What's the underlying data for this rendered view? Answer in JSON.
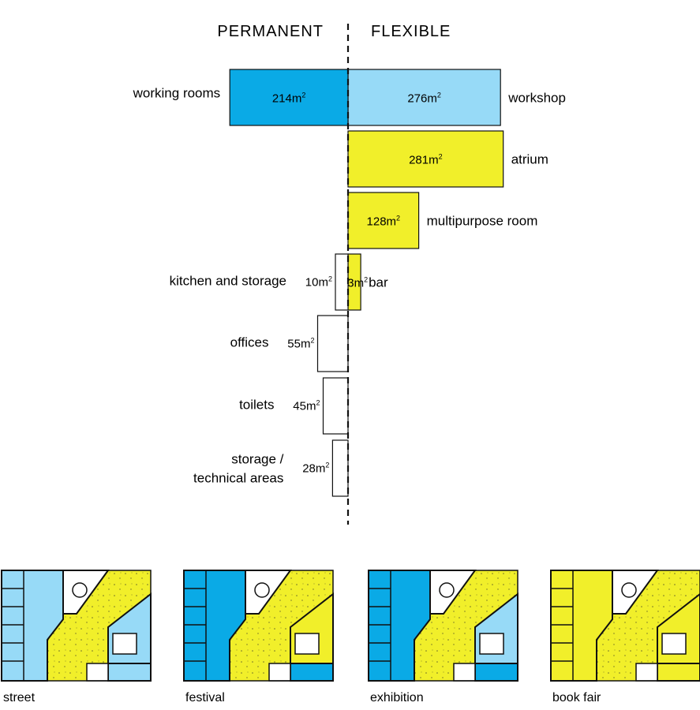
{
  "headers": {
    "permanent": "PERMANENT",
    "flexible": "FLEXIBLE"
  },
  "unit_sup": "2",
  "colors": {
    "blue_dark": "#0aaae6",
    "blue_light": "#97daf7",
    "yellow": "#f1ef2a",
    "white": "#ffffff",
    "black": "#111111"
  },
  "rows": [
    {
      "left_label": "working rooms",
      "left_value": "214",
      "left_area": 214,
      "left_color": "blue_dark",
      "right_label": "workshop",
      "right_value": "276",
      "right_area": 276,
      "right_color": "blue_light"
    },
    {
      "right_label": "atrium",
      "right_value": "281",
      "right_area": 281,
      "right_color": "yellow"
    },
    {
      "right_label": "multipurpose room",
      "right_value": "128",
      "right_area": 128,
      "right_color": "yellow"
    },
    {
      "left_label": "kitchen and storage",
      "left_value": "10",
      "left_area": 10,
      "left_color": "white",
      "right_label": "bar",
      "right_value": "23",
      "right_area": 23,
      "right_color": "yellow"
    },
    {
      "left_label": "offices",
      "left_value": "55",
      "left_area": 55,
      "left_color": "white"
    },
    {
      "left_label": "toilets",
      "left_value": "45",
      "left_area": 45,
      "left_color": "white"
    },
    {
      "left_label_lines": [
        "storage /",
        "technical areas"
      ],
      "left_value": "28",
      "left_area": 28,
      "left_color": "white"
    }
  ],
  "scenarios": [
    {
      "label": "street"
    },
    {
      "label": "festival"
    },
    {
      "label": "exhibition"
    },
    {
      "label": "book fair"
    }
  ],
  "value_unit": "m"
}
